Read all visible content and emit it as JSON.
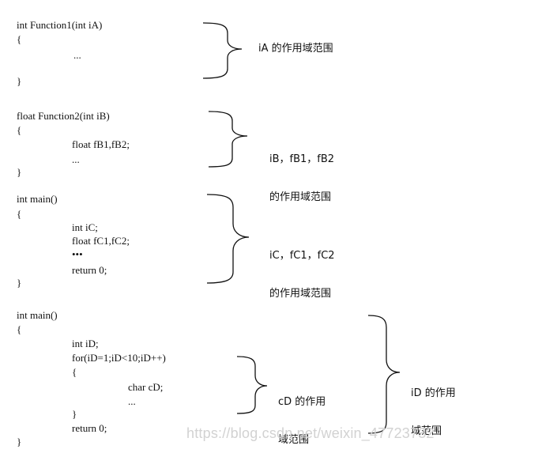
{
  "blocks": [
    {
      "lines": [
        "int Function1(int iA)",
        "{",
        "...",
        "}"
      ],
      "label": [
        "iA 的作用域范围"
      ]
    },
    {
      "lines": [
        "float Function2(int iB)",
        "{",
        "float fB1,fB2;",
        "...",
        "}"
      ],
      "label": [
        "iB，fB1，fB2",
        "的作用域范围"
      ]
    },
    {
      "lines": [
        "int main()",
        "{",
        "int iC;",
        "float fC1,fC2;",
        "•••",
        "return 0;",
        "}"
      ],
      "label": [
        "iC，fC1，fC2",
        "的作用域范围"
      ]
    },
    {
      "lines": [
        "int main()",
        "{",
        "int iD;",
        "for(iD=1;iD<10;iD++)",
        "{",
        "char cD;",
        "...",
        "}",
        "return 0;",
        "}"
      ],
      "inner_label": [
        "cD 的作用",
        "域范围"
      ],
      "outer_label": [
        "iD 的作用",
        "域范围"
      ]
    }
  ],
  "watermark": "https://blog.csdn.net/weixin_47723732"
}
